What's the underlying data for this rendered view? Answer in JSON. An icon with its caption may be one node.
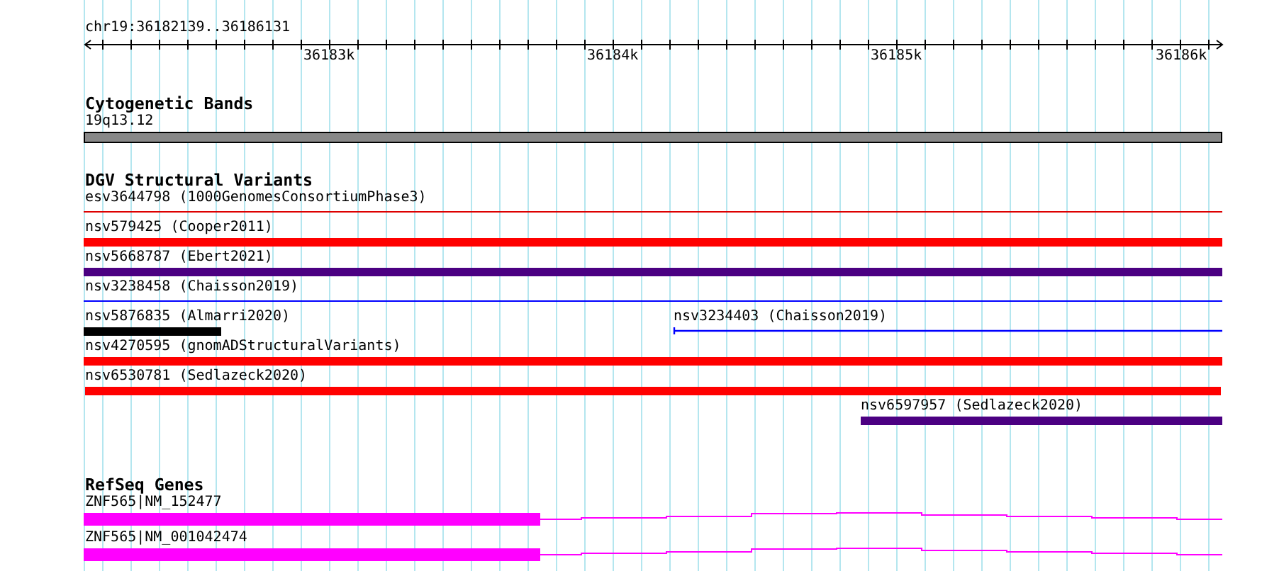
{
  "diagram": {
    "title": "chr19:36182139..36186131",
    "nodes": [
      {
        "text": [
          "Cytogenetic Bands"
        ]
      },
      {
        "text": [
          "19q13.12"
        ],
        "in": 0
      },
      {
        "text": [
          "DGV Structural Variants"
        ]
      },
      {
        "text": [
          "esv3644798 (1000GenomesConsortiumPhase3)"
        ],
        "in": 2
      },
      {
        "text": [
          "nsv579425 (Cooper2011)"
        ],
        "in": 2
      },
      {
        "text": [
          "nsv5668787 (Ebert2021)"
        ],
        "in": 2
      },
      {
        "text": [
          "nsv3238458 (Chaisson2019)"
        ],
        "in": 2
      },
      {
        "text": [
          "nsv5876835 (Almarri2020)"
        ],
        "in": 2
      },
      {
        "text": [
          "nsv3234403 (Chaisson2019)"
        ],
        "in": 2
      },
      {
        "text": [
          "nsv4270595 (gnomADStructuralVariants)"
        ],
        "in": 2
      },
      {
        "text": [
          "nsv6530781 (Sedlazeck2020)"
        ],
        "in": 2
      },
      {
        "text": [
          "nsv6597957 (Sedlazeck2020)"
        ],
        "in": 2
      },
      {
        "text": [
          "RefSeq Genes"
        ]
      },
      {
        "text": [
          "ZNF565|NM_152477"
        ],
        "in": 12
      },
      {
        "text": [
          "ZNF565|NM_001042474"
        ],
        "in": 12
      }
    ],
    "labels": [
      "36183k",
      "36184k",
      "36185k",
      "36186k"
    ]
  }
}
